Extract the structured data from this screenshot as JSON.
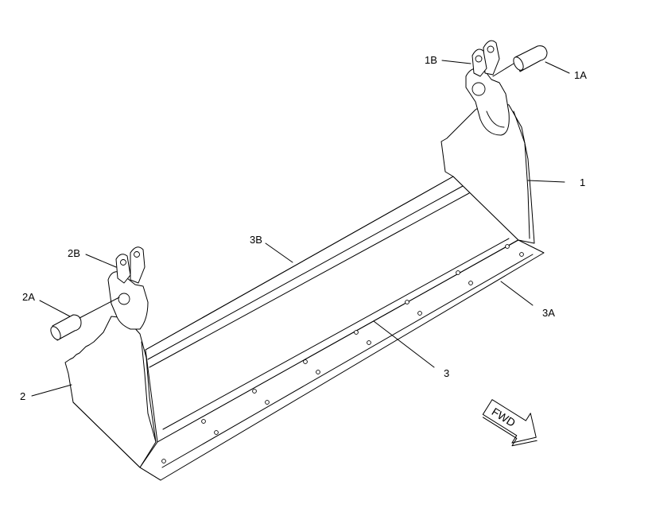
{
  "callouts": {
    "c1": "1",
    "c1A": "1A",
    "c1B": "1B",
    "c2": "2",
    "c2A": "2A",
    "c2B": "2B",
    "c3": "3",
    "c3A": "3A",
    "c3B": "3B"
  },
  "direction_arrow": {
    "label": "FWD"
  }
}
